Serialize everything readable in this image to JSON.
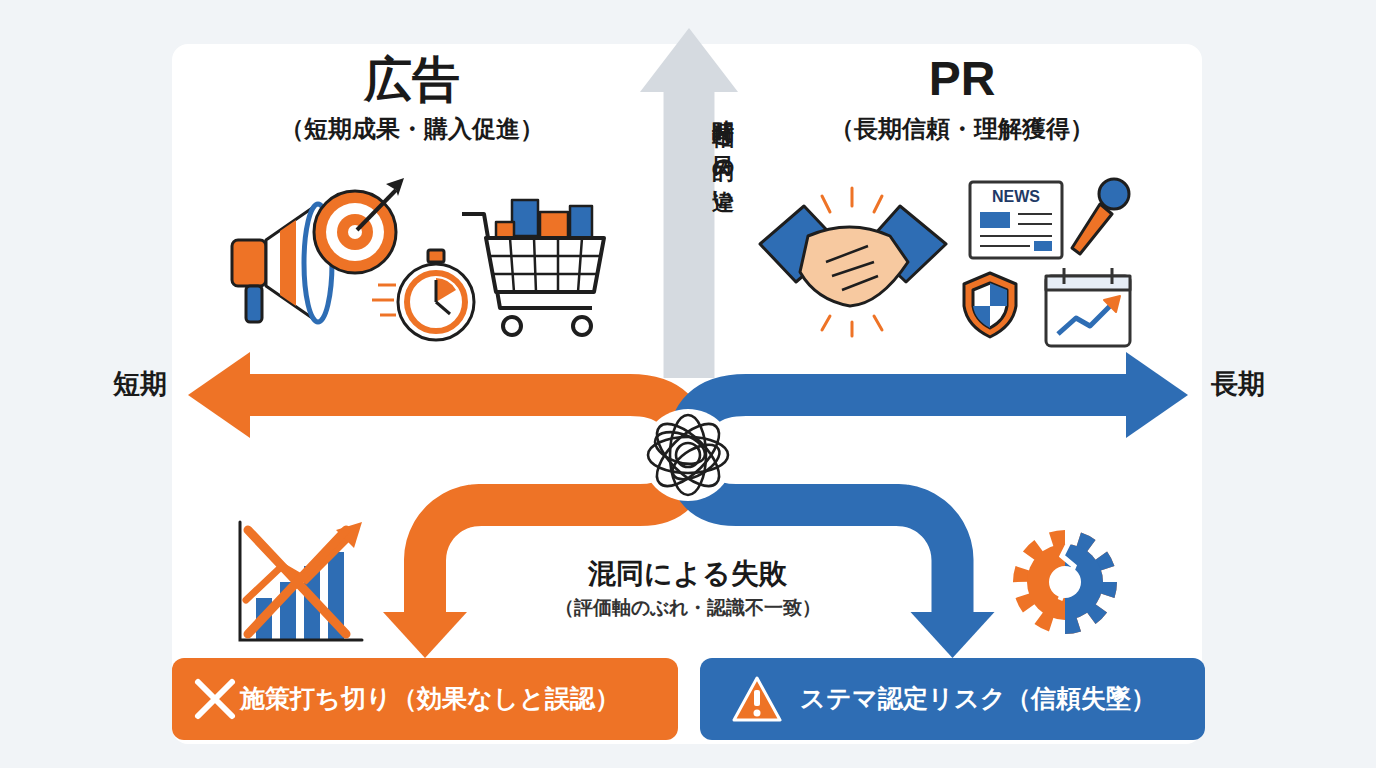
{
  "diagram": {
    "nodes": [
      {
        "text": [
          "時間軸と目的の違い"
        ]
      },
      {
        "text": [
          "混同による失敗",
          "（評価軸のぶれ・認識不一致）"
        ]
      },
      {
        "text": [
          "施策打ち切り（効果なしと誤認）"
        ]
      },
      {
        "text": [
          "ステマ認定リスク（信頼失墜）"
        ]
      }
    ],
    "edges": [
      {
        "from": 1,
        "to": 2,
        "arrow": "to"
      },
      {
        "from": 1,
        "to": 3,
        "arrow": "to"
      }
    ],
    "labels": [
      "広告",
      "（短期成果・購入促進）",
      "PR",
      "（長期信頼・理解獲得）",
      "短期",
      "長期",
      "NEWS"
    ]
  }
}
